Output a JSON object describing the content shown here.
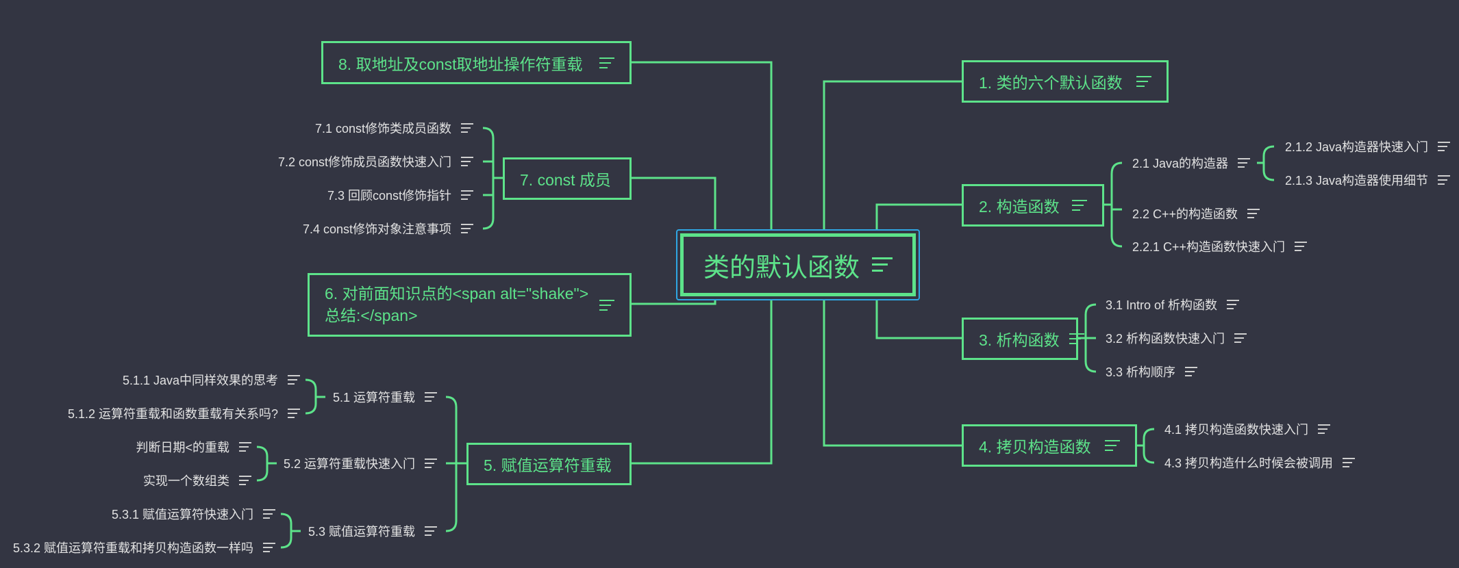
{
  "root": "类的默认函数",
  "colors": {
    "background": "#333542",
    "accent": "#5de38a",
    "selection": "#2fa7e4"
  },
  "icon": "note-lines-icon",
  "topics": {
    "t1": "1. 类的六个默认函数",
    "t2": "2. 构造函数",
    "t3": "3. 析构函数",
    "t4": "4. 拷贝构造函数",
    "t5": "5. 赋值运算符重载",
    "t6": "6. 对前面知识点的<span alt=\"shake\">总结:</span>",
    "t7": "7. const 成员",
    "t8": "8. 取地址及const取地址操作符重载"
  },
  "subtopics": {
    "s2_1": "2.1 Java的构造器",
    "s2_1_2": "2.1.2 Java构造器快速入门",
    "s2_1_3": "2.1.3 Java构造器使用细节",
    "s2_2": "2.2 C++的构造函数",
    "s2_2_1": "2.2.1 C++构造函数快速入门",
    "s3_1": "3.1 Intro of 析构函数",
    "s3_2": "3.2 析构函数快速入门",
    "s3_3": "3.3 析构顺序",
    "s4_1": "4.1 拷贝构造函数快速入门",
    "s4_3": "4.3 拷贝构造什么时候会被调用",
    "s5_1": "5.1 运算符重载",
    "s5_1_1": "5.1.1 Java中同样效果的思考",
    "s5_1_2": "5.1.2 运算符重载和函数重载有关系吗?",
    "s5_2": "5.2 运算符重载快速入门",
    "s5_2_a": "判断日期<的重载",
    "s5_2_b": "实现一个数组类",
    "s5_3": "5.3 赋值运算符重载",
    "s5_3_1": "5.3.1 赋值运算符快速入门",
    "s5_3_2": "5.3.2 赋值运算符重载和拷贝构造函数一样吗",
    "s7_1": "7.1 const修饰类成员函数",
    "s7_2": "7.2 const修饰成员函数快速入门",
    "s7_3": "7.3 回顾const修饰指针",
    "s7_4": "7.4 const修饰对象注意事项"
  }
}
